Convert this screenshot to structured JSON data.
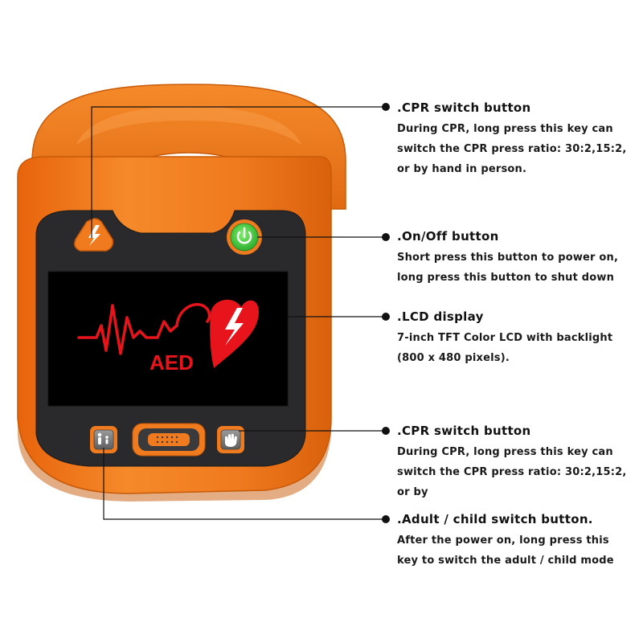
{
  "device": {
    "screen_text": "AED",
    "colors": {
      "body": "#f07a1e",
      "body_dark": "#c85a08",
      "panel": "#2a2a2c",
      "screen": "#000000",
      "ecg_red": "#e8141c",
      "power_green": "#3cc43c"
    }
  },
  "callouts": [
    {
      "title": ".CPR switch button",
      "lines": [
        "During CPR, long press this key can",
        "switch the CPR press ratio: 30:2,15:2,",
        "or by hand in person."
      ]
    },
    {
      "title": ".On/Off button",
      "lines": [
        "Short press this button to power on,",
        "long press this button to shut down"
      ]
    },
    {
      "title": ".LCD display",
      "lines": [
        "7-inch TFT Color LCD with backlight",
        "(800 x 480 pixels)."
      ]
    },
    {
      "title": ".CPR switch button",
      "lines": [
        "During CPR, long press this key can",
        "switch the CPR press ratio: 30:2,15:2,",
        "or by"
      ]
    },
    {
      "title": ".Adult / child switch button.",
      "lines": [
        "After the power on, long press this",
        "key to switch the adult / child mode"
      ]
    }
  ]
}
